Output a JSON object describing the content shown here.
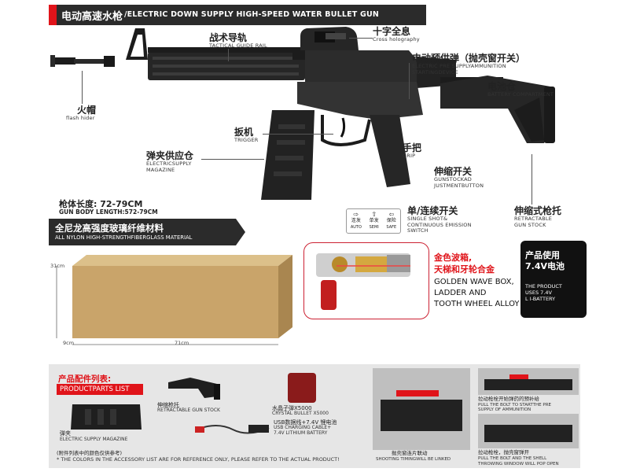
{
  "header": {
    "title_cn": "电动高速水枪",
    "title_en": "/ELECTRIC DOWN SUPPLY HIGH-SPEED WATER BULLET GUN"
  },
  "callouts": {
    "tactical_rail": {
      "cn": "战术导轨",
      "en": "TACTICAL GUIDE RAIL"
    },
    "holographic": {
      "cn": "十字全息",
      "en": "Cross holography"
    },
    "electric_pre_supply": {
      "cn": "电动预供弹（抛壳窗开关）",
      "en1": "ELECTRIC PRE SUPPLYAMMUNITION",
      "en2": "STARTINGDEVICE"
    },
    "flash_hider": {
      "cn": "火帽",
      "en": "flash hider"
    },
    "battery_compartment": {
      "cn": "电池仓",
      "en": "BATTERY COMPARTMENT"
    },
    "trigger": {
      "cn": "扳机",
      "en": "TRIGGER"
    },
    "grip": {
      "cn": "手把",
      "en": "GRIP"
    },
    "magazine": {
      "cn": "弹夹供应仓",
      "en1": "ELECTRICSUPPLY",
      "en2": "MAGAZINE"
    },
    "stock_switch": {
      "cn": "伸缩开关",
      "en1": "GUNSTOCKAD",
      "en2": "JUSTMENTBUTTON"
    },
    "fire_switch": {
      "cn": "单/连续开关",
      "en1": "SINGLE SHOT&",
      "en2": "CONTINUOUS EMISSION",
      "en3": "SWITCH"
    },
    "retractable_stock": {
      "cn": "伸缩式枪托",
      "en1": "RETRACTABLE",
      "en2": "GUN STOCK"
    }
  },
  "fire_modes": [
    {
      "cn": "连发",
      "en": "AUTO"
    },
    {
      "cn": "单发",
      "en": "SEMI"
    },
    {
      "cn": "保险",
      "en": "SAFE"
    }
  ],
  "length": {
    "cn": "枪体长度: 72-79CM",
    "en": "GUN BODY LENGTH:572-79CM"
  },
  "nylon": {
    "cn": "全尼龙高强度玻璃纤维材料",
    "en": "ALL NYLON HIGH-STRENGTHFIBERGLASS MATERIAL"
  },
  "box_dims": {
    "height": "31cm",
    "depth": "9cm",
    "length": "71cm"
  },
  "gearbox": {
    "cn1": "金色波箱,",
    "cn2": "天梯和牙轮合金",
    "en1": "GOLDEN WAVE BOX,",
    "en2": "LADDER AND",
    "en3": "TOOTH WHEEL ALLOY"
  },
  "battery": {
    "cn1": "产品使用",
    "cn2": "7.4V电池",
    "en1": "THE PRODUCT",
    "en2": "USES 7.4V",
    "en3": "L I-BATTERY"
  },
  "parts": {
    "title_cn": "产品配件列表:",
    "title_en": "PRODUCTPARTS LIST",
    "items": [
      {
        "cn": "伸缩枪托",
        "en": "RETRACTABLE GUN STOCK"
      },
      {
        "cn": "弹夹",
        "en": "ELECTRIC SUPPLY MAGAZINE"
      },
      {
        "cn": "水晶子弹X5000",
        "en": "CRYSTAL BULLET X5000"
      },
      {
        "cn": "USB数据线+7.4V 锂电池",
        "en1": "USB CHARGING CABLE+",
        "en2": "7.4V LITHIUM BATTERY"
      }
    ],
    "note_cn": "(附件列表中的颜色仅供参考)",
    "note_en": "* THE COLORS IN THE ACCESSORY LIST ARE FOR REFERENCE ONLY, PLEASE REFER TO THE ACTUAL PRODUCT!"
  },
  "photos": {
    "p1": {
      "cn": "抛壳窗连片联动",
      "en": "SHOOTING TIMINGWILL BE LINKED"
    },
    "p2": {
      "cn_top": "拉动枪栓开始弹药的预补给",
      "en_top1": "PULL THE BOLT TO STARTTHE PRE",
      "en_top2": "SUPPLY OF AMMUNITION",
      "cn_bottom": "拉动枪栓，抛壳窗弹开",
      "en_bottom1": "PULL THE BOLT AND THE SHELL",
      "en_bottom2": "THROWING WINDOW WILL POP OPEN"
    }
  },
  "colors": {
    "accent_red": "#e0141a",
    "dark": "#2b2b2b",
    "box_kraft": "#c9a46a"
  }
}
